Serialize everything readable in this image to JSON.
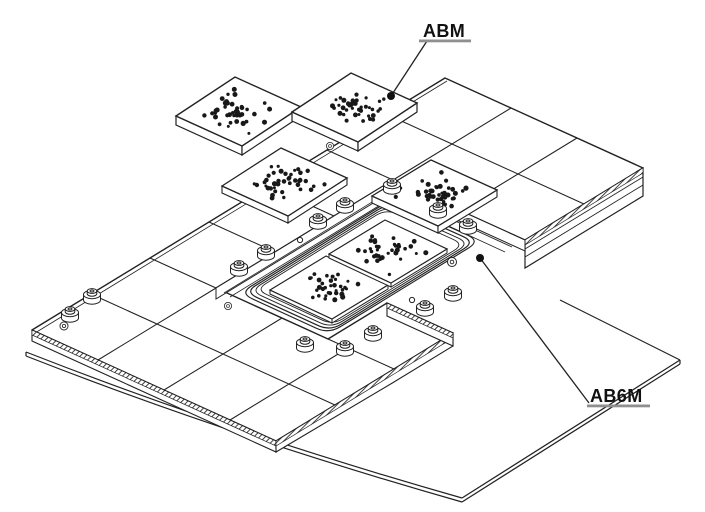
{
  "diagram": {
    "kind": "exploded-isometric-illustration",
    "labels": {
      "abm": "ABM",
      "ab6m": "AB6M"
    },
    "colors": {
      "line": "#222222",
      "label_text": "#111111",
      "label_underline": "#8f8f8f",
      "background": "#ffffff",
      "perforation_dot": "#181818"
    }
  }
}
